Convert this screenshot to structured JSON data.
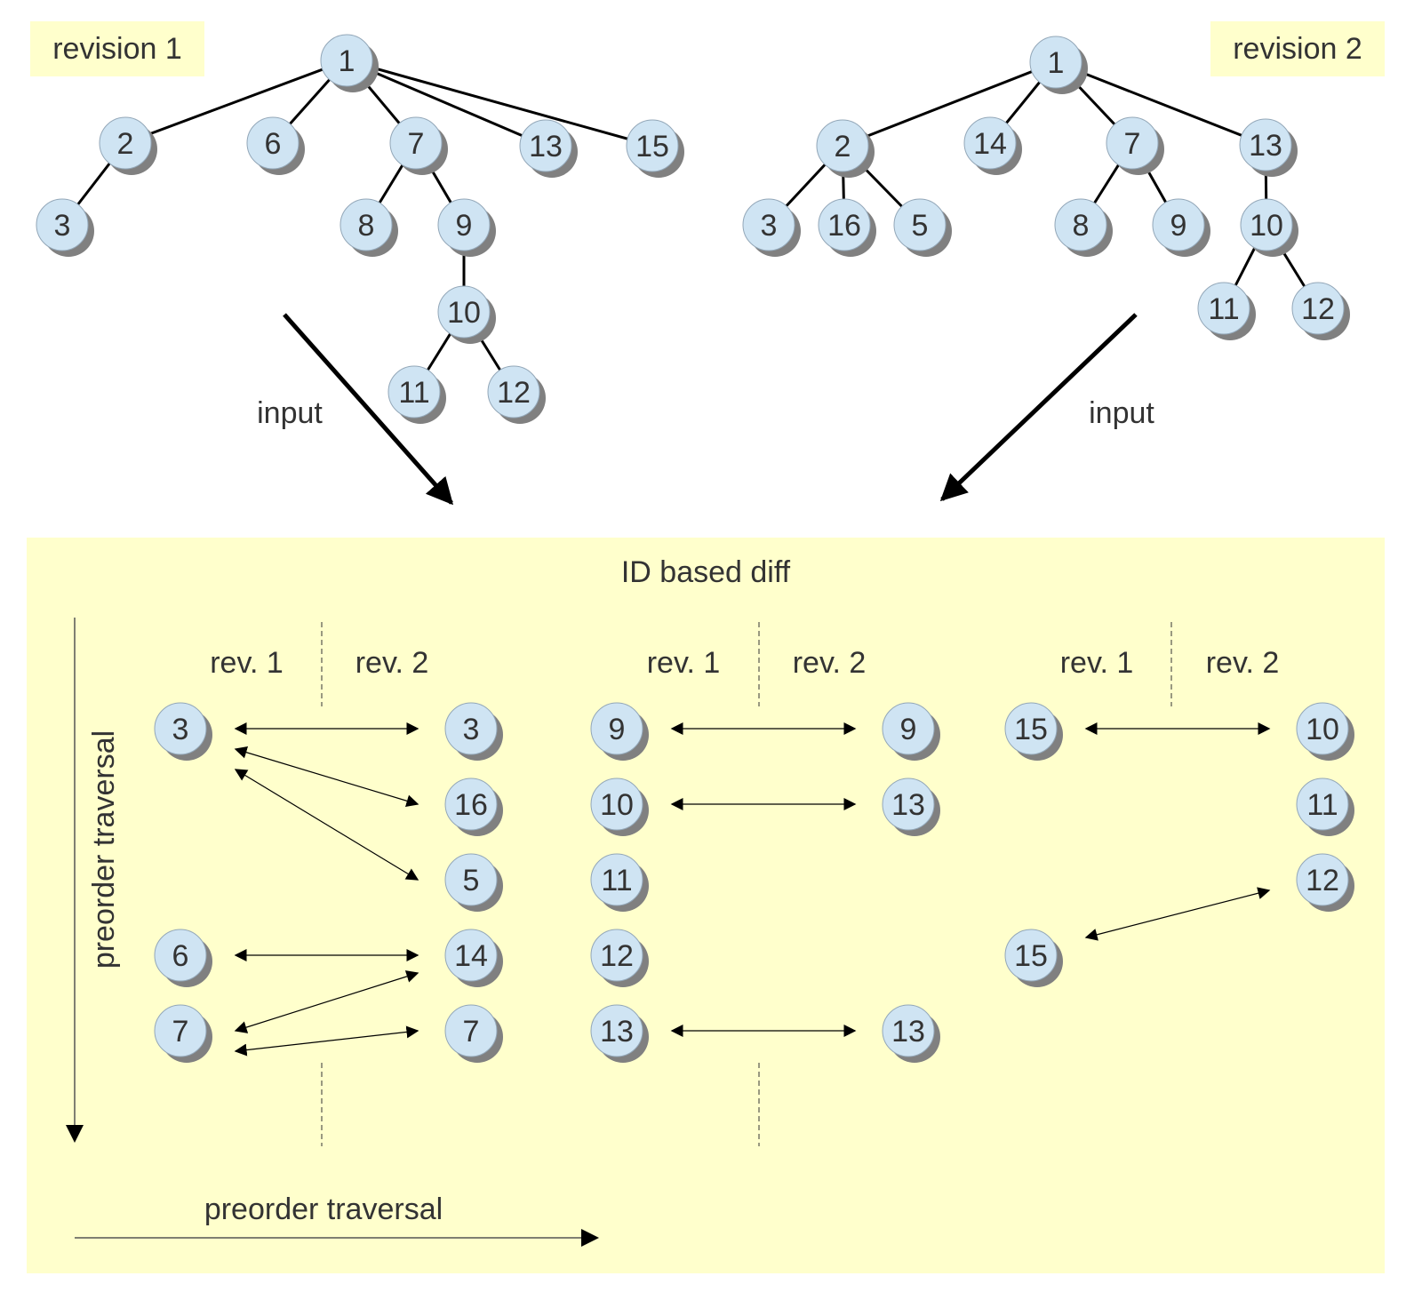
{
  "colors": {
    "node_fill": "#cfe4f3",
    "node_stroke": "#93a7b8",
    "node_shadow": "#808080",
    "panel_bg": "#ffffcc",
    "label_bg": "#ffffcc",
    "text": "#333333",
    "line": "#000000"
  },
  "revision1": {
    "label": "revision 1",
    "nodes": [
      "1",
      "2",
      "3",
      "6",
      "7",
      "8",
      "9",
      "10",
      "11",
      "12",
      "13",
      "15"
    ],
    "edges": [
      [
        "1",
        "2"
      ],
      [
        "1",
        "6"
      ],
      [
        "1",
        "7"
      ],
      [
        "1",
        "13"
      ],
      [
        "1",
        "15"
      ],
      [
        "2",
        "3"
      ],
      [
        "7",
        "8"
      ],
      [
        "7",
        "9"
      ],
      [
        "9",
        "10"
      ],
      [
        "10",
        "11"
      ],
      [
        "10",
        "12"
      ]
    ]
  },
  "revision2": {
    "label": "revision 2",
    "nodes": [
      "1",
      "2",
      "3",
      "16",
      "5",
      "14",
      "7",
      "8",
      "9",
      "13",
      "10",
      "11",
      "12"
    ],
    "edges": [
      [
        "1",
        "2"
      ],
      [
        "1",
        "14"
      ],
      [
        "1",
        "7"
      ],
      [
        "1",
        "13"
      ],
      [
        "2",
        "3"
      ],
      [
        "2",
        "16"
      ],
      [
        "2",
        "5"
      ],
      [
        "7",
        "8"
      ],
      [
        "7",
        "9"
      ],
      [
        "13",
        "10"
      ],
      [
        "10",
        "11"
      ],
      [
        "10",
        "12"
      ]
    ]
  },
  "input_labels": [
    "input",
    "input"
  ],
  "diff": {
    "title": "ID based diff",
    "vertical_axis_label": "preorder traversal",
    "horizontal_axis_label": "preorder traversal",
    "groups": [
      {
        "rev1_header": "rev. 1",
        "rev2_header": "rev. 2",
        "rev1": [
          "3",
          "",
          "",
          "6",
          "7"
        ],
        "rev2": [
          "3",
          "16",
          "5",
          "14",
          "7"
        ],
        "links": [
          [
            0,
            0
          ],
          [
            0,
            1
          ],
          [
            0,
            2
          ],
          [
            3,
            3
          ],
          [
            4,
            3
          ],
          [
            4,
            4
          ]
        ]
      },
      {
        "rev1_header": "rev. 1",
        "rev2_header": "rev. 2",
        "rev1": [
          "9",
          "10",
          "11",
          "12",
          "13"
        ],
        "rev2": [
          "9",
          "13",
          "",
          "",
          "13"
        ],
        "links": [
          [
            0,
            0
          ],
          [
            1,
            1
          ],
          [
            4,
            4
          ]
        ]
      },
      {
        "rev1_header": "rev. 1",
        "rev2_header": "rev. 2",
        "rev1": [
          "15",
          "",
          "",
          "15",
          ""
        ],
        "rev2": [
          "10",
          "11",
          "12",
          "",
          ""
        ],
        "links": [
          [
            0,
            0
          ],
          [
            3,
            2
          ]
        ]
      }
    ]
  }
}
